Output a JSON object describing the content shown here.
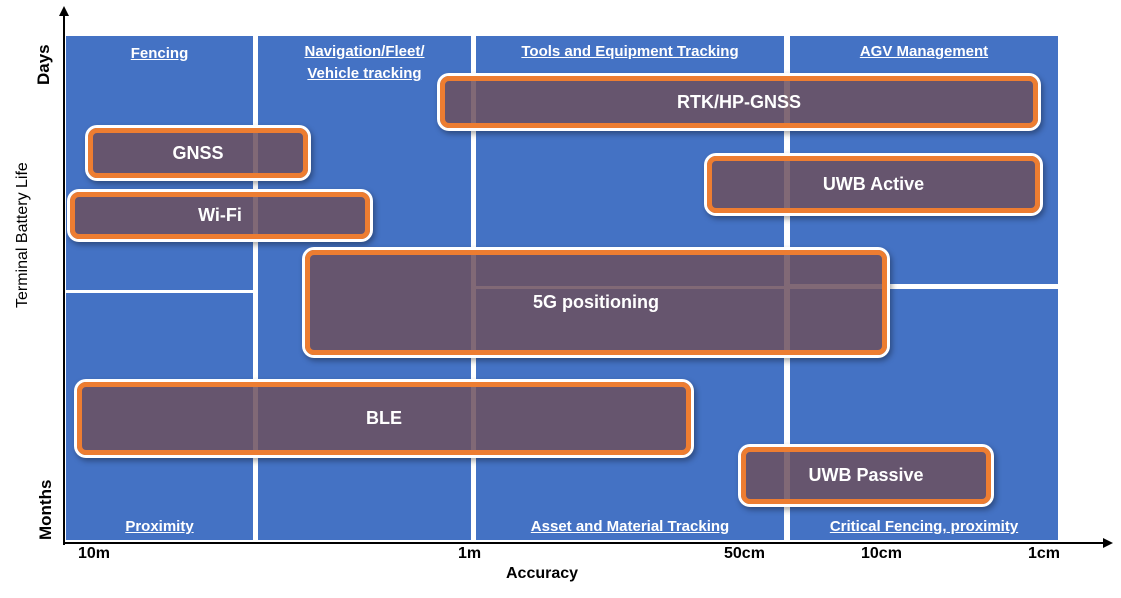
{
  "axes": {
    "y_label": "Terminal Battery Life",
    "y_top": "Days",
    "y_bottom": "Months",
    "x_label": "Accuracy",
    "x_ticks": [
      "10m",
      "1m",
      "50cm",
      "10cm",
      "1cm"
    ]
  },
  "use_cases": {
    "fencing": "Fencing",
    "navigation_line1": "Navigation/Fleet/",
    "navigation_line2": "Vehicle tracking",
    "tools": "Tools and Equipment Tracking",
    "agv": "AGV Management",
    "proximity": "Proximity",
    "asset": "Asset and Material Tracking",
    "critical": "Critical Fencing, proximity"
  },
  "technologies": {
    "rtk": "RTK/HP-GNSS",
    "gnss": "GNSS",
    "uwb_active": "UWB Active",
    "wifi": "Wi-Fi",
    "g5": "5G positioning",
    "ble": "BLE",
    "uwb_passive": "UWB Passive"
  },
  "colors": {
    "cell": "#4472c4",
    "tech_fill": "#6c5060",
    "tech_border": "#ed7d31"
  }
}
